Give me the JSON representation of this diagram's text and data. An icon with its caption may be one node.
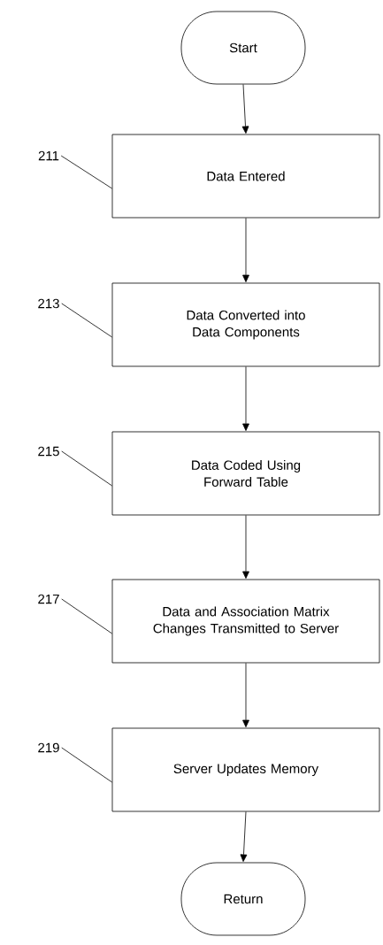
{
  "diagram": {
    "nodes": [
      {
        "text": [
          "Start"
        ]
      },
      {
        "text": [
          "Data Entered"
        ]
      },
      {
        "text": [
          "Data Converted into Data Components"
        ]
      },
      {
        "text": [
          "Data Coded Using Forward Table"
        ]
      },
      {
        "text": [
          "Data and Association Matrix Changes Transmitted to Server"
        ]
      },
      {
        "text": [
          "Server Updates Memory"
        ]
      },
      {
        "text": [
          "Return"
        ]
      },
      {
        "text": [
          "211"
        ]
      },
      {
        "text": [
          "213"
        ]
      },
      {
        "text": [
          "215"
        ]
      },
      {
        "text": [
          "217"
        ]
      },
      {
        "text": [
          "219"
        ]
      }
    ],
    "edges": [
      {
        "from": 0,
        "to": 1,
        "arrow": "to"
      },
      {
        "from": 1,
        "to": 2,
        "arrow": "to"
      },
      {
        "from": 2,
        "to": 3,
        "arrow": "to"
      },
      {
        "from": 3,
        "to": 4,
        "arrow": "to"
      },
      {
        "from": 4,
        "to": 5,
        "arrow": "to"
      },
      {
        "from": 5,
        "to": 6,
        "arrow": "to"
      },
      {
        "from": 7,
        "to": 1,
        "arrow": "none"
      },
      {
        "from": 8,
        "to": 2,
        "arrow": "none"
      },
      {
        "from": 9,
        "to": 3,
        "arrow": "none"
      },
      {
        "from": 10,
        "to": 4,
        "arrow": "none"
      },
      {
        "from": 11,
        "to": 5,
        "arrow": "none"
      }
    ]
  }
}
